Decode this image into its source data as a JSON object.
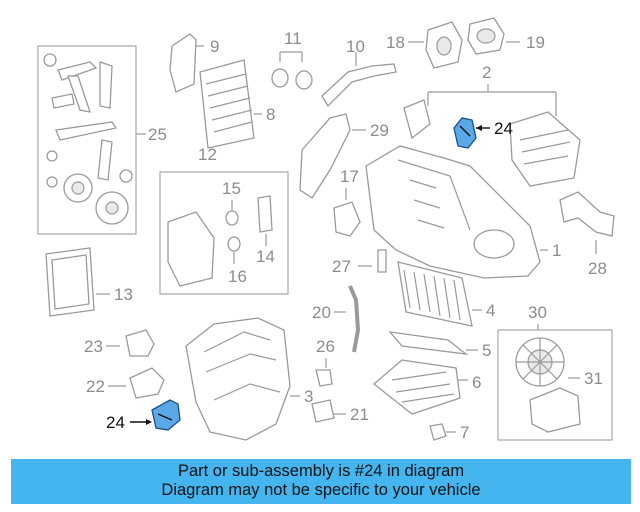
{
  "callouts": {
    "c1": "1",
    "c2": "2",
    "c3": "3",
    "c4": "4",
    "c5": "5",
    "c6": "6",
    "c7": "7",
    "c8": "8",
    "c9": "9",
    "c10": "10",
    "c11": "11",
    "c12": "12",
    "c13": "13",
    "c14": "14",
    "c15": "15",
    "c16": "16",
    "c17": "17",
    "c18": "18",
    "c19": "19",
    "c20": "20",
    "c21": "21",
    "c22": "22",
    "c23": "23",
    "c24a": "24",
    "c24b": "24",
    "c25": "25",
    "c26": "26",
    "c27": "27",
    "c28": "28",
    "c29": "29",
    "c30": "30",
    "c31": "31"
  },
  "highlight_color": "#5aa8e6",
  "banner": {
    "line1": "Part or sub-assembly is #24 in diagram",
    "line2": "Diagram may not be specific to your vehicle",
    "color": "#44b5ef"
  }
}
